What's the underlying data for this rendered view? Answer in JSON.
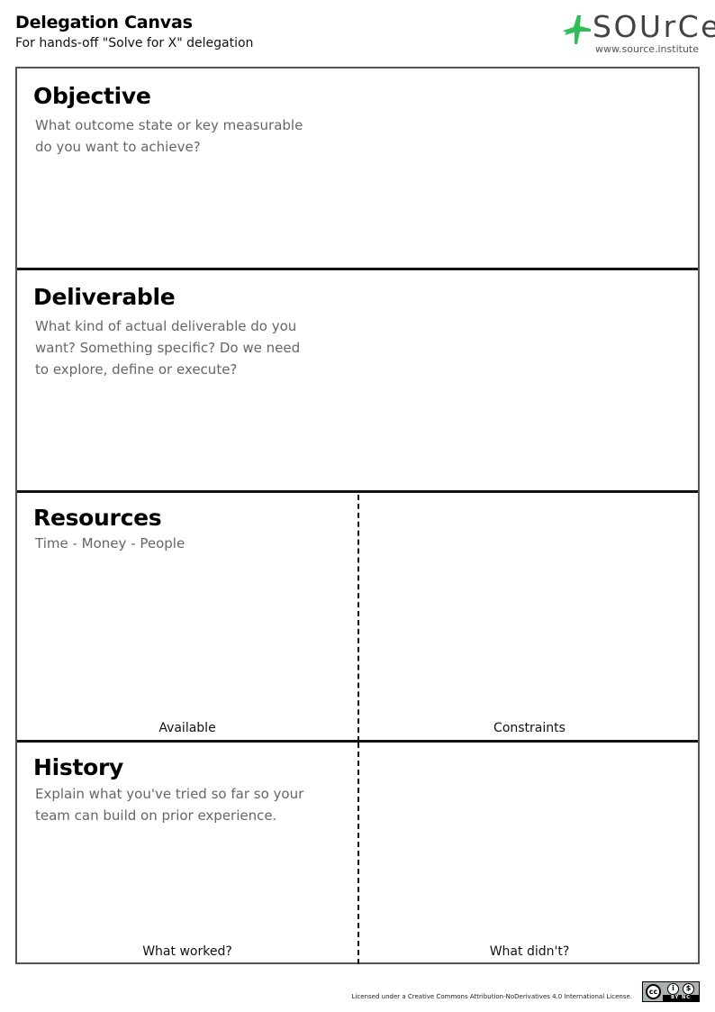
{
  "header": {
    "title": "Delegation Canvas",
    "subtitle": "For hands-off \"Solve for X\" delegation"
  },
  "logo": {
    "wordmark": "SOUrCe",
    "url": "www.source.institute",
    "icon": "green-bird-icon",
    "brand_color": "#2fbe5a"
  },
  "sections": {
    "objective": {
      "heading": "Objective",
      "description": "What outcome state or key measurable do you want to achieve?"
    },
    "deliverable": {
      "heading": "Deliverable",
      "description": "What kind of actual deliverable do you want? Something specific?  Do we need to explore, define or execute?"
    },
    "resources": {
      "heading": "Resources",
      "description": "Time - Money - People",
      "left_label": "Available",
      "right_label": "Constraints"
    },
    "history": {
      "heading": "History",
      "description": "Explain what you've tried so far so your team can build on prior experience.",
      "left_label": "What worked?",
      "right_label": "What didn't?"
    }
  },
  "footer": {
    "license_text": "Licensed under a Creative Commons Attribution-NoDerivatives 4.0 International License.",
    "badge": {
      "cc": "cc",
      "strip": "BY  NC"
    }
  }
}
